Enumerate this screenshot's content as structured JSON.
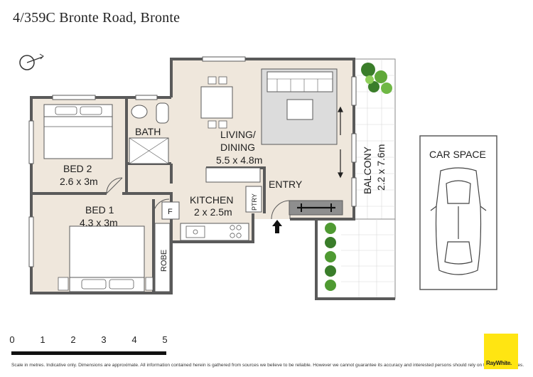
{
  "title": "4/359C Bronte Road, Bronte",
  "rooms": {
    "bath": "BATH",
    "living_line1": "LIVING/",
    "living_line2": "DINING",
    "living_size": "5.5 x 4.8m",
    "bed2": "BED 2",
    "bed2_size": "2.6 x 3m",
    "bed1": "BED 1",
    "bed1_size": "4.3 x 3m",
    "kitchen": "KITCHEN",
    "kitchen_size": "2 x 2.5m",
    "entry": "ENTRY",
    "ptry": "PTRY",
    "robe": "ROBE",
    "fridge": "F",
    "balcony": "BALCONY",
    "balcony_size": "2.2 x 7.6m",
    "car_space": "CAR SPACE"
  },
  "scale": {
    "ticks": [
      "0",
      "1",
      "2",
      "3",
      "4",
      "5"
    ]
  },
  "disclaimer": "Scale in metres. Indicative only. Dimensions are approximate. All information contained herein is gathered from sources we believe to be reliable. However we cannot guarantee its accuracy and interested persons should rely on their own enquiries.",
  "logo_text": "RayWhite.",
  "colors": {
    "floor": "#efe7dc",
    "wall": "#5a5a5a",
    "rug": "#dcdcdc",
    "logo": "#ffe512"
  }
}
